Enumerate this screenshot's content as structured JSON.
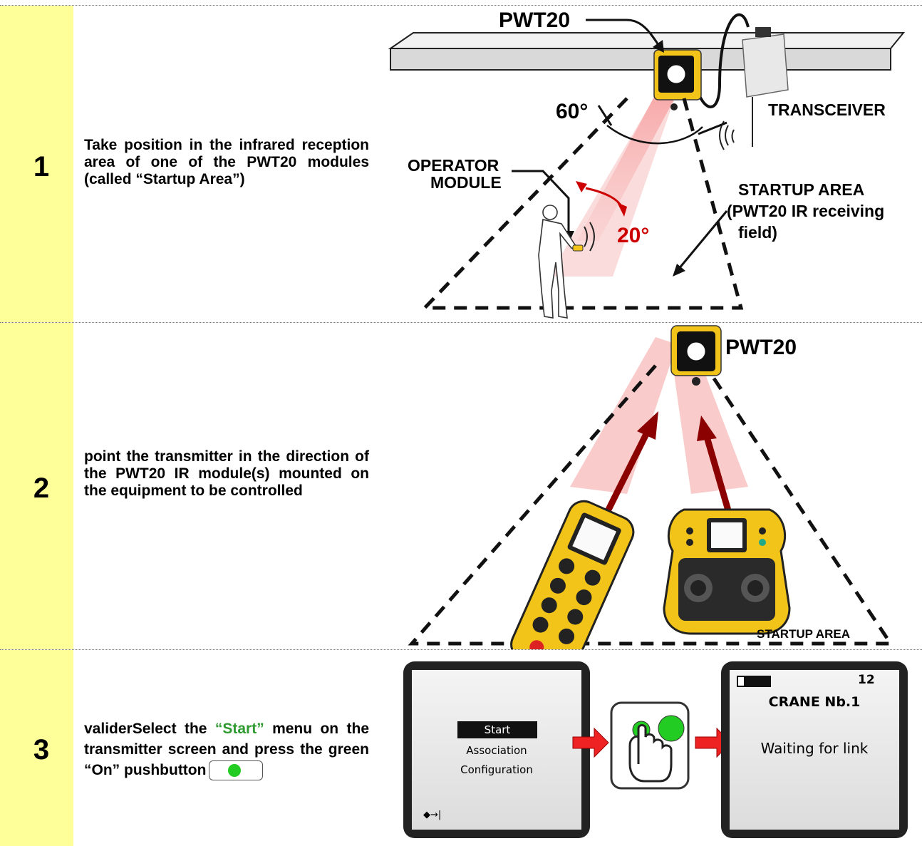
{
  "steps": [
    {
      "number": "1",
      "text": "Take position in the infrared reception area of one of the PWT20 modules (called “Startup Area”)",
      "labels": {
        "pwt20": "PWT20",
        "transceiver": "TRANSCEIVER",
        "angle_60": "60°",
        "angle_20": "20°",
        "operator_module_line1": "OPERATOR",
        "operator_module_line2": "MODULE",
        "startup_area_line1": "STARTUP AREA",
        "startup_area_line2": "(PWT20 IR receiving",
        "startup_area_line3": "field)"
      }
    },
    {
      "number": "2",
      "text": "point the transmitter in the direction of the PWT20 IR module(s) mounted on the equipment to be controlled",
      "labels": {
        "pwt20": "PWT20",
        "startup_area": "STARTUP AREA"
      }
    },
    {
      "number": "3",
      "text_prefix": "validerSelect the ",
      "text_highlight": "“Start”",
      "text_suffix": " menu on the transmitter screen and press the green “On” pushbutton",
      "screen1": {
        "menu_selected": "Start",
        "menu_item2": "Association",
        "menu_item3": "Configuration",
        "footer_icon": "◆→|"
      },
      "screen2": {
        "counter": "12",
        "title": "CRANE Nb.1",
        "status": "Waiting for link"
      }
    }
  ],
  "colors": {
    "number_column": "#ffff99",
    "highlight_green": "#2f9a2f",
    "arrow_red": "#ee2222",
    "ir_beam": "#f4a0a0",
    "module_yellow": "#f2c41a"
  }
}
